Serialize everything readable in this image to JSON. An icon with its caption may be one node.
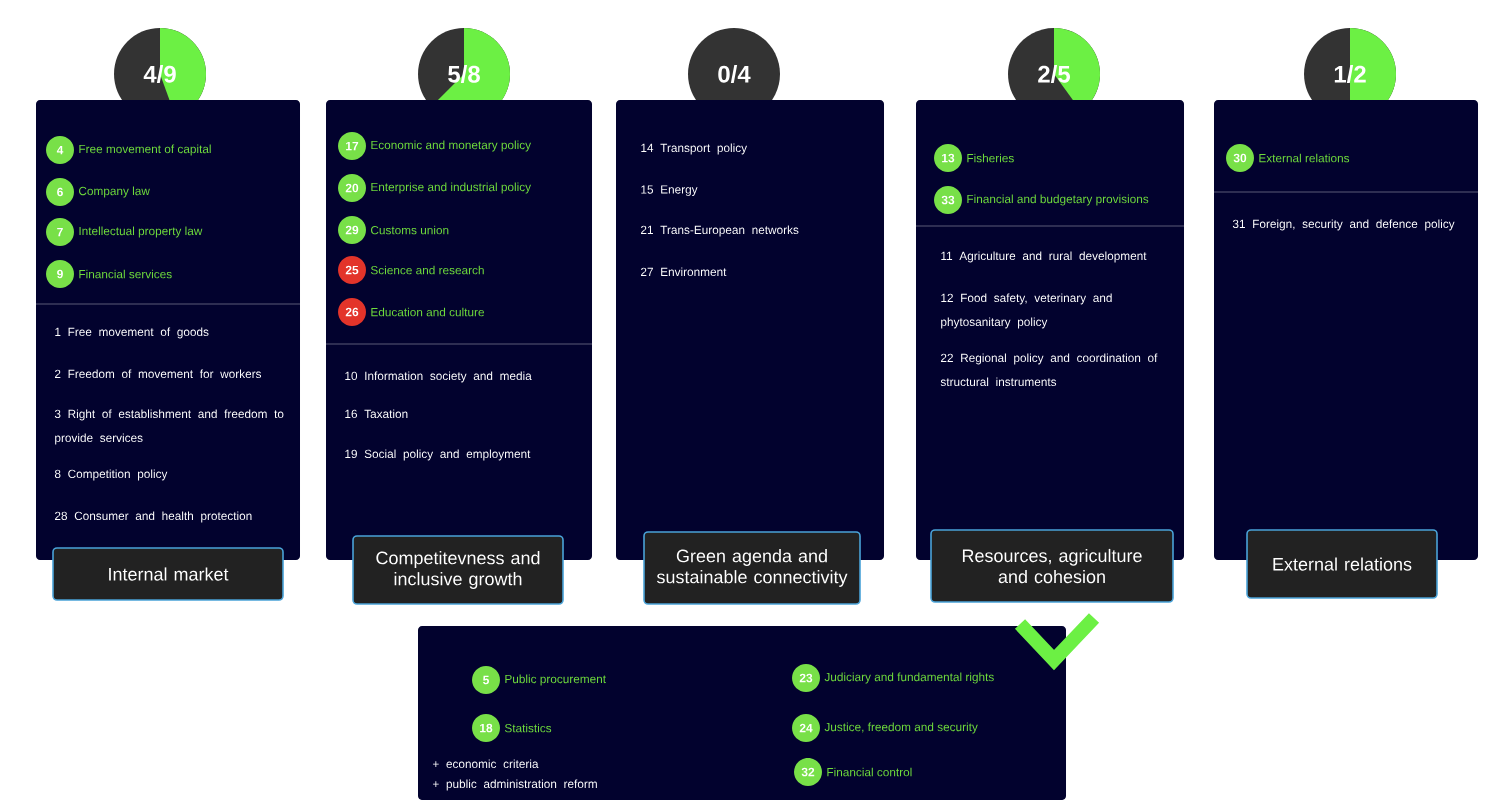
{
  "diagram": {
    "nodes": [
      {
        "text": [
          "4/9"
        ]
      },
      {
        "text": [
          "1 Free movement of goods",
          "2 Freedom of movement for workers",
          "3 Right of establishment and freedom to provide services",
          "8 Competition policy",
          "28 Consumer and health protection"
        ]
      },
      {
        "text": [
          "4"
        ],
        "in": 1,
        "beside": [
          "Free movement of capital"
        ]
      },
      {
        "text": [
          "6"
        ],
        "in": 1,
        "beside": [
          "Company law"
        ]
      },
      {
        "text": [
          "7"
        ],
        "in": 1,
        "beside": [
          "Intellectual property law"
        ]
      },
      {
        "text": [
          "9"
        ],
        "in": 1,
        "beside": [
          "Financial services"
        ]
      },
      {
        "text": [
          "Internal market"
        ]
      },
      {
        "text": [
          "5/8"
        ]
      },
      {
        "text": [
          "10 Information society and media",
          "16 Taxation",
          "19 Social policy and employment"
        ]
      },
      {
        "text": [
          "17"
        ],
        "in": 8,
        "beside": [
          "Economic and monetary policy"
        ]
      },
      {
        "text": [
          "20"
        ],
        "in": 8,
        "beside": [
          "Enterprise and industrial policy"
        ]
      },
      {
        "text": [
          "29"
        ],
        "in": 8,
        "beside": [
          "Customs union"
        ]
      },
      {
        "text": [
          "25"
        ],
        "in": 8,
        "beside": [
          "Science and research"
        ]
      },
      {
        "text": [
          "26"
        ],
        "in": 8,
        "beside": [
          "Education and culture"
        ]
      },
      {
        "text": [
          "Competitevness and inclusive growth"
        ]
      },
      {
        "text": [
          "0/4"
        ]
      },
      {
        "text": [
          "14 Transport policy",
          "15 Energy",
          "21 Trans-European networks",
          "27 Environment"
        ]
      },
      {
        "text": [
          "Green agenda and sustainable connectivity"
        ]
      },
      {
        "text": [
          "2/5"
        ]
      },
      {
        "text": [
          "11 Agriculture and rural development",
          "12 Food safety, veterinary and phytosanitary policy",
          "22 Regional policy and coordination of structural instruments"
        ]
      },
      {
        "text": [
          "13"
        ],
        "in": 19,
        "beside": [
          "Fisheries"
        ]
      },
      {
        "text": [
          "33"
        ],
        "in": 19,
        "beside": [
          "Financial and budgetary provisions"
        ]
      },
      {
        "text": [
          "Resources, agriculture and cohesion"
        ]
      },
      {
        "text": [
          "1/2"
        ]
      },
      {
        "text": [
          "31 Foreign, security and defence policy"
        ]
      },
      {
        "text": [
          "30"
        ],
        "in": 24,
        "beside": [
          "External relations"
        ]
      },
      {
        "text": [
          "External relations"
        ]
      },
      {
        "text": [
          "+ economic criteria",
          "+ public administration reform"
        ]
      },
      {
        "text": [
          "5"
        ],
        "in": 27,
        "beside": [
          "Public procurement"
        ]
      },
      {
        "text": [
          "18"
        ],
        "in": 27,
        "beside": [
          "Statistics"
        ]
      },
      {
        "text": [
          "23"
        ],
        "in": 27,
        "beside": [
          "Judiciary and fundamental rights"
        ]
      },
      {
        "text": [
          "24"
        ],
        "in": 27,
        "beside": [
          "Justice, freedom and security"
        ]
      },
      {
        "text": [
          "32"
        ],
        "in": 27,
        "beside": [
          "Financial control"
        ]
      }
    ]
  }
}
